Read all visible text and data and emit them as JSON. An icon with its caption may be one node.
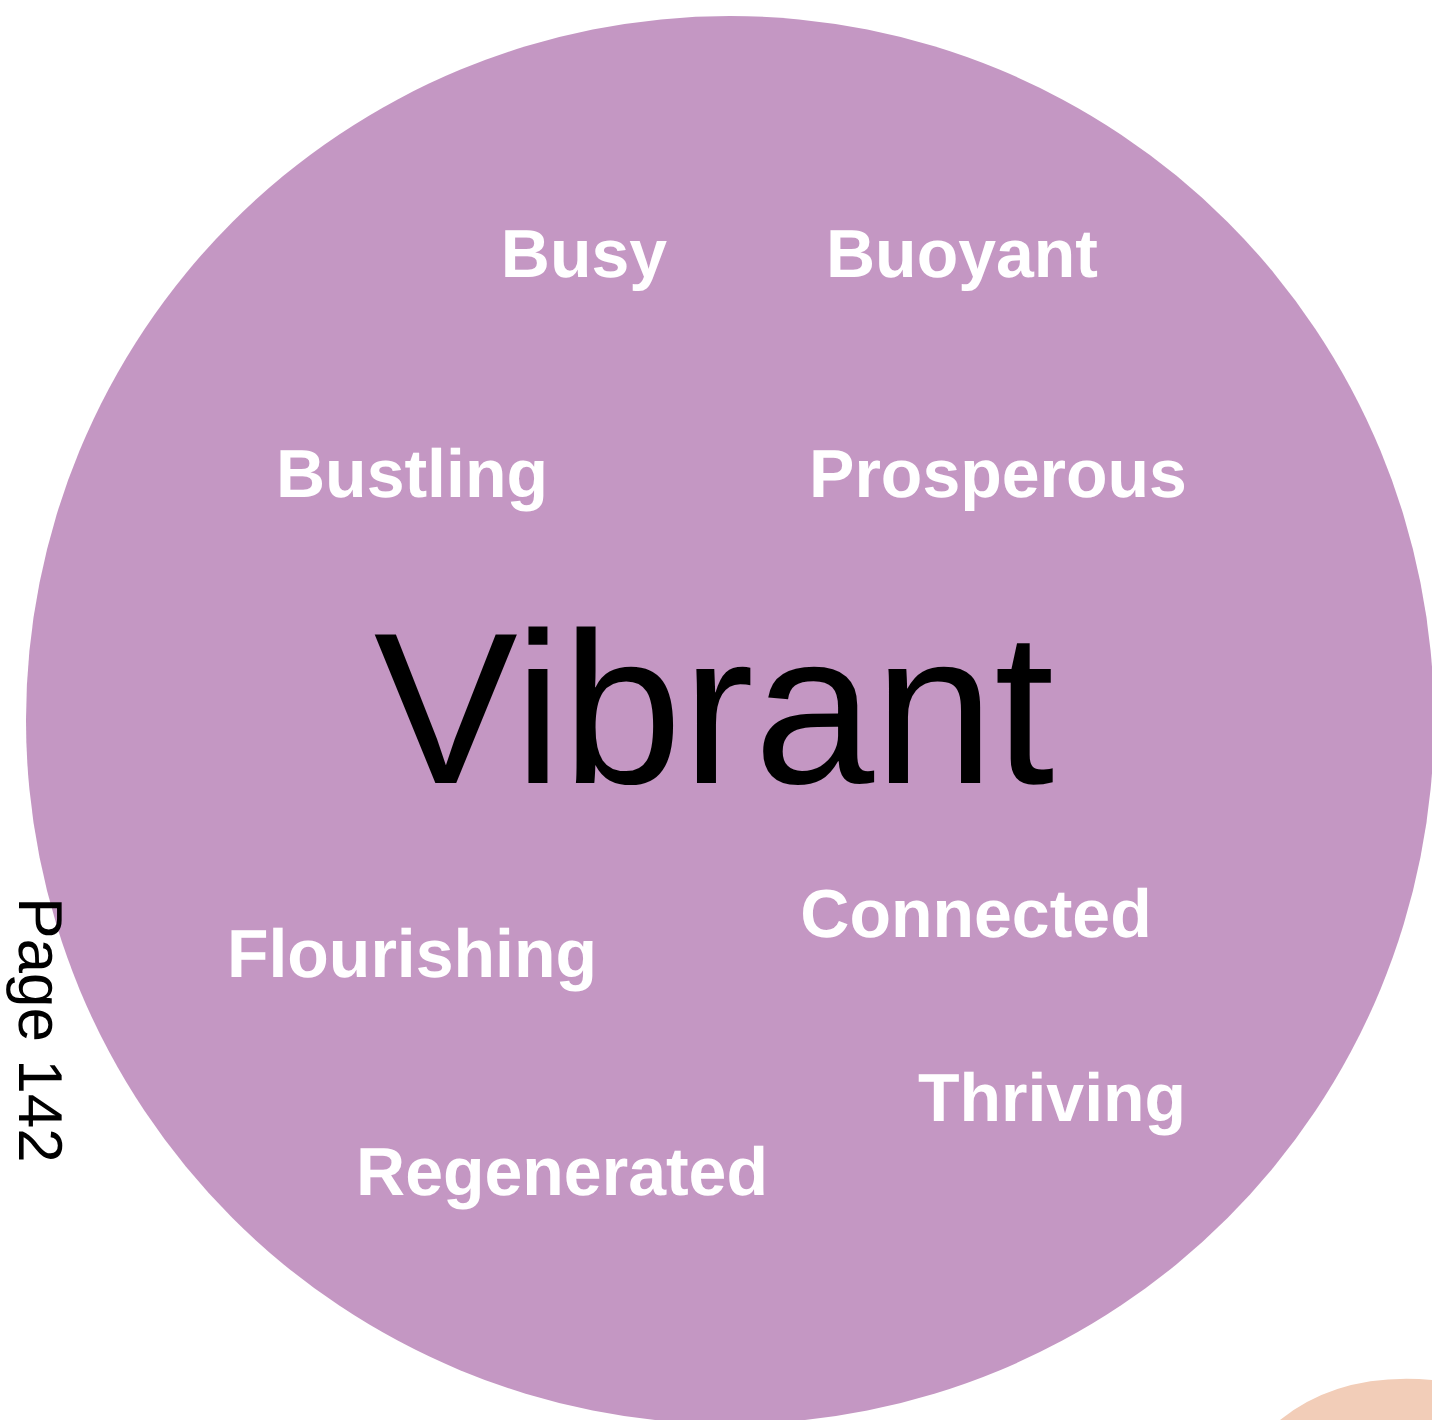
{
  "diagram": {
    "nodes": [
      {
        "text": [
          "Busy",
          "Buoyant",
          "Bustling",
          "Prosperous",
          "Vibrant",
          "Connected",
          "Flourishing",
          "Thriving",
          "Regenerated"
        ]
      }
    ],
    "labels": [
      "Page 142"
    ]
  }
}
